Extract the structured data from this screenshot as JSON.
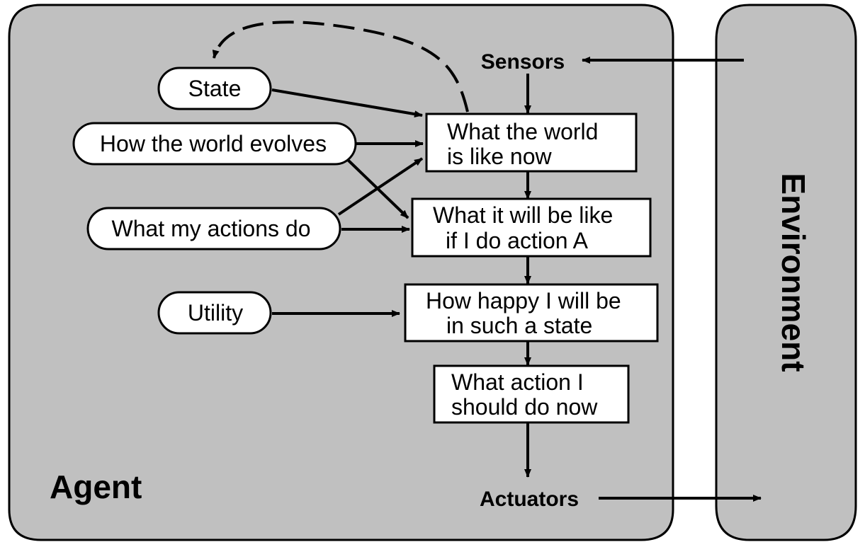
{
  "agent": {
    "label": "Agent"
  },
  "environment": {
    "label": "Environment"
  },
  "sensors": {
    "label": "Sensors"
  },
  "actuators": {
    "label": "Actuators"
  },
  "knowledge": {
    "state": "State",
    "world_evolves": "How the world evolves",
    "actions_do": "What my actions do",
    "utility": "Utility"
  },
  "process": {
    "world_now": [
      "What the world",
      "is like now"
    ],
    "will_be_like": [
      "What it will be like",
      "if I do action A"
    ],
    "how_happy": [
      "How happy I will be",
      "in such a state"
    ],
    "what_action": [
      "What action I",
      "should do now"
    ]
  },
  "colors": {
    "panel": "#c0c0c0",
    "stroke": "#000000",
    "box": "#ffffff"
  }
}
